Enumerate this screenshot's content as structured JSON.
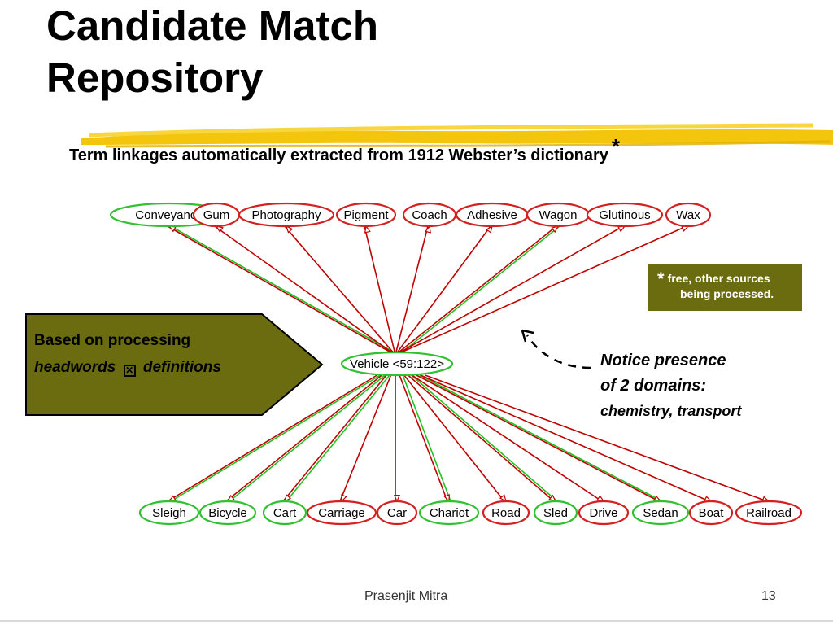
{
  "title": {
    "line1": "Candidate Match",
    "line2": "Repository"
  },
  "subtitle": {
    "text": "Term linkages automatically extracted from 1912 Webster’s dictionary",
    "star": "*"
  },
  "colors": {
    "accent_underline": "#f2c200",
    "box_olive": "#6b6b10",
    "edge_red": "#c00000",
    "edge_green": "#22c022",
    "node_red": "#d42020",
    "node_green": "#30c030"
  },
  "graph": {
    "center_node": {
      "label": "Vehicle <59:122>",
      "color": "green"
    },
    "top_nodes": [
      {
        "label": "Conveyance",
        "color": "green"
      },
      {
        "label": "Gum",
        "color": "red"
      },
      {
        "label": "Photography",
        "color": "red"
      },
      {
        "label": "Pigment",
        "color": "red"
      },
      {
        "label": "Coach",
        "color": "red"
      },
      {
        "label": "Adhesive",
        "color": "red"
      },
      {
        "label": "Wagon",
        "color": "red"
      },
      {
        "label": "Glutinous",
        "color": "red"
      },
      {
        "label": "Wax",
        "color": "red"
      }
    ],
    "bottom_nodes": [
      {
        "label": "Sleigh",
        "color": "green"
      },
      {
        "label": "Bicycle",
        "color": "green"
      },
      {
        "label": "Cart",
        "color": "green"
      },
      {
        "label": "Carriage",
        "color": "red"
      },
      {
        "label": "Car",
        "color": "red"
      },
      {
        "label": "Chariot",
        "color": "green"
      },
      {
        "label": "Road",
        "color": "red"
      },
      {
        "label": "Sled",
        "color": "green"
      },
      {
        "label": "Drive",
        "color": "red"
      },
      {
        "label": "Sedan",
        "color": "green"
      },
      {
        "label": "Boat",
        "color": "red"
      },
      {
        "label": "Railroad",
        "color": "red"
      }
    ]
  },
  "note_box": {
    "star": "*",
    "line1": "free, other sources",
    "line2": "being processed."
  },
  "process_arrow": {
    "line1": "Based on processing",
    "line2_a": "headwords",
    "checkbox_icon": "checkbox-icon",
    "line2_b": "definitions"
  },
  "notice": {
    "line1": "Notice presence",
    "line2": "of 2 domains:",
    "line3": "chemistry, transport"
  },
  "footer": {
    "author": "Prasenjit Mitra",
    "page": "13"
  }
}
